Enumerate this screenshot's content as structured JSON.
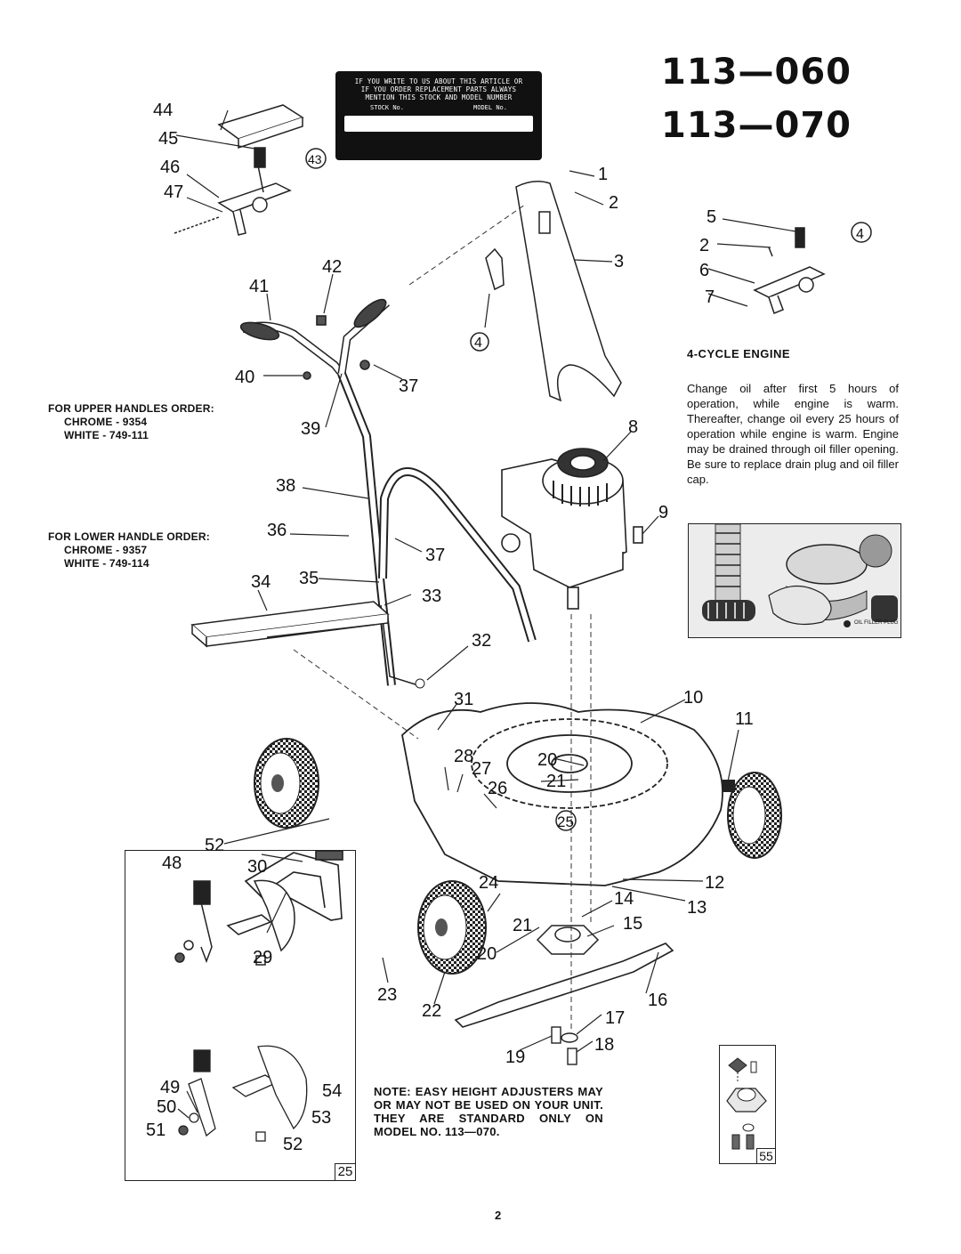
{
  "models": [
    "113—060",
    "113—070"
  ],
  "plate": {
    "lines": [
      "IF YOU WRITE TO US ABOUT THIS ARTICLE OR",
      "IF YOU ORDER REPLACEMENT PARTS ALWAYS",
      "MENTION THIS STOCK AND MODEL NUMBER"
    ],
    "stock_label": "STOCK No.",
    "model_label": "MODEL No."
  },
  "handle_notes": {
    "upper_title": "FOR UPPER HANDLES ORDER:",
    "upper_chrome": "CHROME  -  9354",
    "upper_white": "WHITE  -  749-111",
    "lower_title": "FOR LOWER HANDLE ORDER:",
    "lower_chrome": "CHROME  -  9357",
    "lower_white": "WHITE  -  749-114"
  },
  "engine": {
    "title": "4-CYCLE ENGINE",
    "text": "Change oil after first 5 hours of operation, while engine is warm. Thereafter, change oil every 25 hours of operation while engine is warm. Engine may be drained through oil filler opening. Be sure to replace drain plug and oil filler cap.",
    "photo_label": "OIL FILLER PLUG"
  },
  "note": "NOTE: EASY HEIGHT ADJUSTERS MAY OR MAY NOT BE USED ON YOUR UNIT. THEY ARE STANDARD ONLY ON MODEL NO. 113—070.",
  "inset_left_badge": "25",
  "inset_right_badge": "55",
  "page_number": "2",
  "part_labels": {
    "p1": "1",
    "p2": "2",
    "p3": "3",
    "p4": "4",
    "p8": "8",
    "p9": "9",
    "p10": "10",
    "p11": "11",
    "p12": "12",
    "p13": "13",
    "p14": "14",
    "p15": "15",
    "p16": "16",
    "p17": "17",
    "p18": "18",
    "p19": "19",
    "p20a": "20",
    "p20b": "20",
    "p21a": "21",
    "p21b": "21",
    "p22": "22",
    "p23": "23",
    "p24": "24",
    "p25": "25",
    "p26": "26",
    "p27": "27",
    "p28": "28",
    "p29": "29",
    "p30": "30",
    "p31": "31",
    "p32": "32",
    "p33": "33",
    "p34": "34",
    "p35": "35",
    "p36": "36",
    "p37a": "37",
    "p37b": "37",
    "p38": "38",
    "p39": "39",
    "p40": "40",
    "p41": "41",
    "p42": "42",
    "p43": "43",
    "p44": "44",
    "p45": "45",
    "p46": "46",
    "p47": "47",
    "p52": "52",
    "r5": "5",
    "r2": "2",
    "r6": "6",
    "r7": "7",
    "r4": "4",
    "i48": "48",
    "i49": "49",
    "i50": "50",
    "i51": "51",
    "i52": "52",
    "i53": "53",
    "i54": "54"
  }
}
